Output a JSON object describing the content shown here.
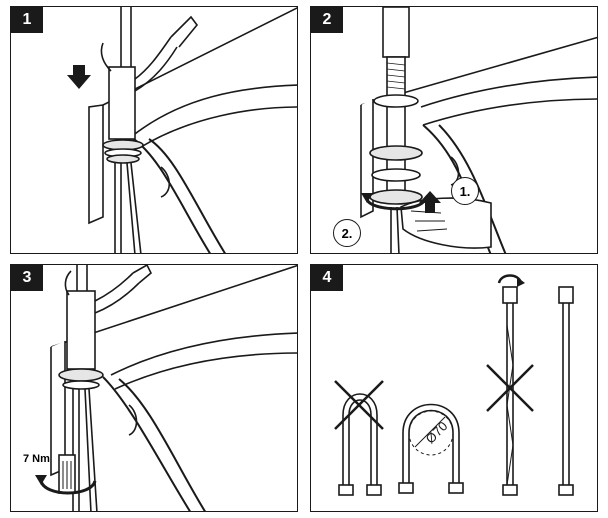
{
  "panels": [
    {
      "number": "1"
    },
    {
      "number": "2",
      "callouts": [
        "1.",
        "2."
      ]
    },
    {
      "number": "3",
      "torque": "7 Nm"
    },
    {
      "number": "4",
      "dimension": "Ø70"
    }
  ],
  "colors": {
    "ink": "#1a1a1a",
    "fill": "#ffffff",
    "shade": "#e6e6e6"
  },
  "icons": [
    "push-down-arrow-icon",
    "rotate-arrow-icon",
    "cross-mark-icon",
    "check-hose-icon"
  ]
}
